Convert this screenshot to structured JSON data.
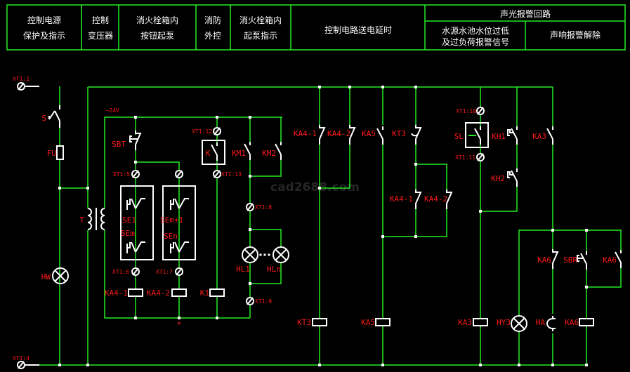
{
  "colors": {
    "background": "#000000",
    "wire": "#22ee22",
    "component": "#ffffff",
    "label": "#ff1a1a",
    "header_text": "#ffffff"
  },
  "header": {
    "col1": [
      "控制电源",
      "保护及指示"
    ],
    "col2": [
      "控制",
      "变压器"
    ],
    "col3": [
      "消火栓箱内",
      "按钮起泵"
    ],
    "col4": [
      "消防",
      "外控"
    ],
    "col5": [
      "消火栓箱内",
      "起泵指示"
    ],
    "col6": "控制电路送电延时",
    "group": "声光报警回路",
    "sub1": [
      "水源水池水位过低",
      "及过负荷报警信号"
    ],
    "sub2": "声响报警解除"
  },
  "watermark": "cad2688.com",
  "labels": {
    "xt1_1": "XT1:1",
    "xt1_4": "XT1:4",
    "s": "S",
    "fu": "FU",
    "hw": "HW",
    "t": "T",
    "v24": "~24V",
    "sbt": "SBT",
    "xt1_5": "XT1:5",
    "se1": "SE1",
    "sem": "SEm",
    "sem1": "SEm+1",
    "sen": "SEn",
    "xt1_6": "XT1:6",
    "xt1_7": "XT1:7",
    "ka4_1_coil": "KA4-1",
    "ka4_2_coil": "KA4-2",
    "k1": "K1",
    "xt1_12": "XT1:12",
    "k": "K",
    "xt1_13": "XT1:13",
    "km1": "KM1",
    "km2": "KM2",
    "xt1_8": "XT1:8",
    "hl1": "HL1",
    "hln": "HLn",
    "xt1_9": "XT1:9",
    "star": "*",
    "ka4_1_a": "KA4-1",
    "ka4_2_a": "KA4-2",
    "ka5_c": "KA5",
    "kt3_c": "KT3",
    "ka4_1_b": "KA4-1",
    "ka4_2_b": "KA4-2",
    "kt3_coil": "KT3",
    "ka5_coil": "KA5",
    "xt1_10": "XT1:10",
    "sl": "SL",
    "xt1_11": "XT1:11",
    "kh1": "KH1",
    "kh2": "KH2",
    "ka3_c": "KA3",
    "ka6_nc": "KA6",
    "sbr": "SBR",
    "ka6_no": "KA6",
    "ka3_coil": "KA3",
    "hy3": "HY3",
    "ha": "HA",
    "ka6_coil": "KA6"
  }
}
